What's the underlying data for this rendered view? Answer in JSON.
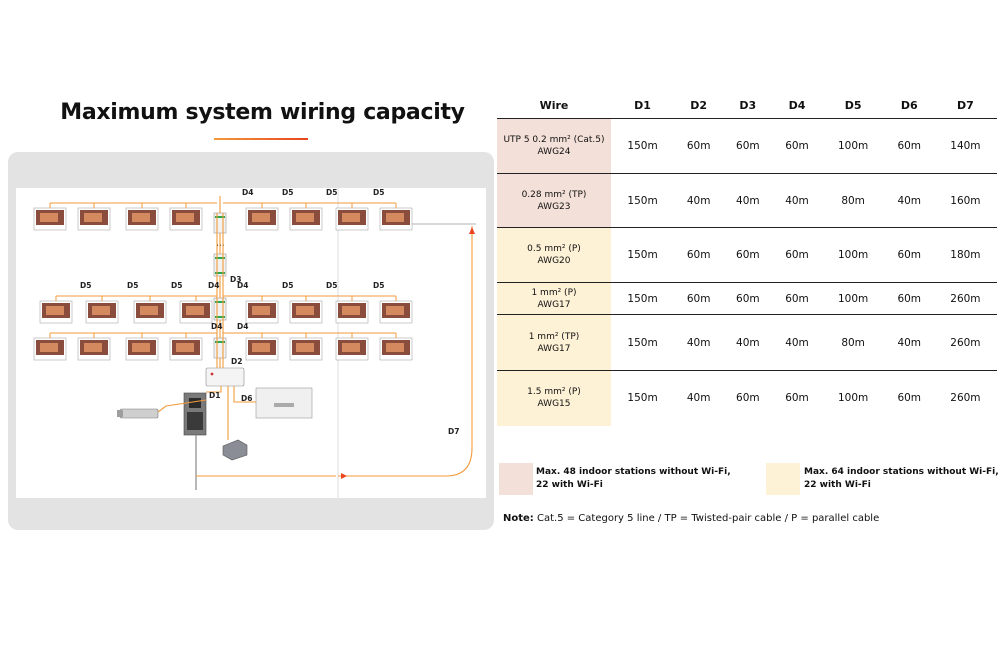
{
  "title": "Maximum system wiring capacity",
  "diagram": {
    "segment_labels": {
      "top": [
        "D4",
        "D5",
        "D5",
        "D5"
      ],
      "mid": [
        "D5",
        "D5",
        "D5",
        "D4",
        "D4",
        "D5",
        "D5",
        "D5"
      ],
      "d3": "D3",
      "d4_left": "D4",
      "d4_right": "D4",
      "d2": "D2",
      "d1": "D1",
      "d6": "D6",
      "d7": "D7"
    },
    "ellipsis": "..."
  },
  "table": {
    "headers": [
      "Wire",
      "D1",
      "D2",
      "D3",
      "D4",
      "D5",
      "D6",
      "D7"
    ],
    "rows": [
      {
        "wire_line1": "UTP 5 0.2 mm² (Cat.5)",
        "wire_line2": "AWG24",
        "values": [
          "150m",
          "60m",
          "60m",
          "60m",
          "100m",
          "60m",
          "140m"
        ]
      },
      {
        "wire_line1": "0.28 mm² (TP)",
        "wire_line2": "AWG23",
        "values": [
          "150m",
          "40m",
          "40m",
          "40m",
          "80m",
          "40m",
          "160m"
        ]
      },
      {
        "wire_line1": "0.5 mm² (P)",
        "wire_line2": "AWG20",
        "values": [
          "150m",
          "60m",
          "60m",
          "60m",
          "100m",
          "60m",
          "180m"
        ]
      },
      {
        "wire_line1": "1 mm² (P)",
        "wire_line2": "AWG17",
        "values": [
          "150m",
          "60m",
          "60m",
          "60m",
          "100m",
          "60m",
          "260m"
        ]
      },
      {
        "wire_line1": "1 mm² (TP)",
        "wire_line2": "AWG17",
        "values": [
          "150m",
          "40m",
          "40m",
          "40m",
          "80m",
          "40m",
          "260m"
        ]
      },
      {
        "wire_line1": "1.5 mm² (P)",
        "wire_line2": "AWG15",
        "values": [
          "150m",
          "40m",
          "60m",
          "60m",
          "100m",
          "60m",
          "260m"
        ]
      }
    ]
  },
  "legend": {
    "pink": {
      "text": "Max. 48 indoor stations without Wi-Fi,\n22 with Wi-Fi",
      "color": "#f3e0d8"
    },
    "cream": {
      "text": "Max. 64 indoor stations without Wi-Fi,\n22 with Wi-Fi",
      "color": "#fdf1d6"
    }
  },
  "note": {
    "label": "Note:",
    "text": " Cat.5 = Category 5 line / TP = Twisted-pair cable / P = parallel cable"
  },
  "colors": {
    "wire": "#f29a3b",
    "accent": "#e8441e",
    "panel": "#e3e3e3"
  }
}
